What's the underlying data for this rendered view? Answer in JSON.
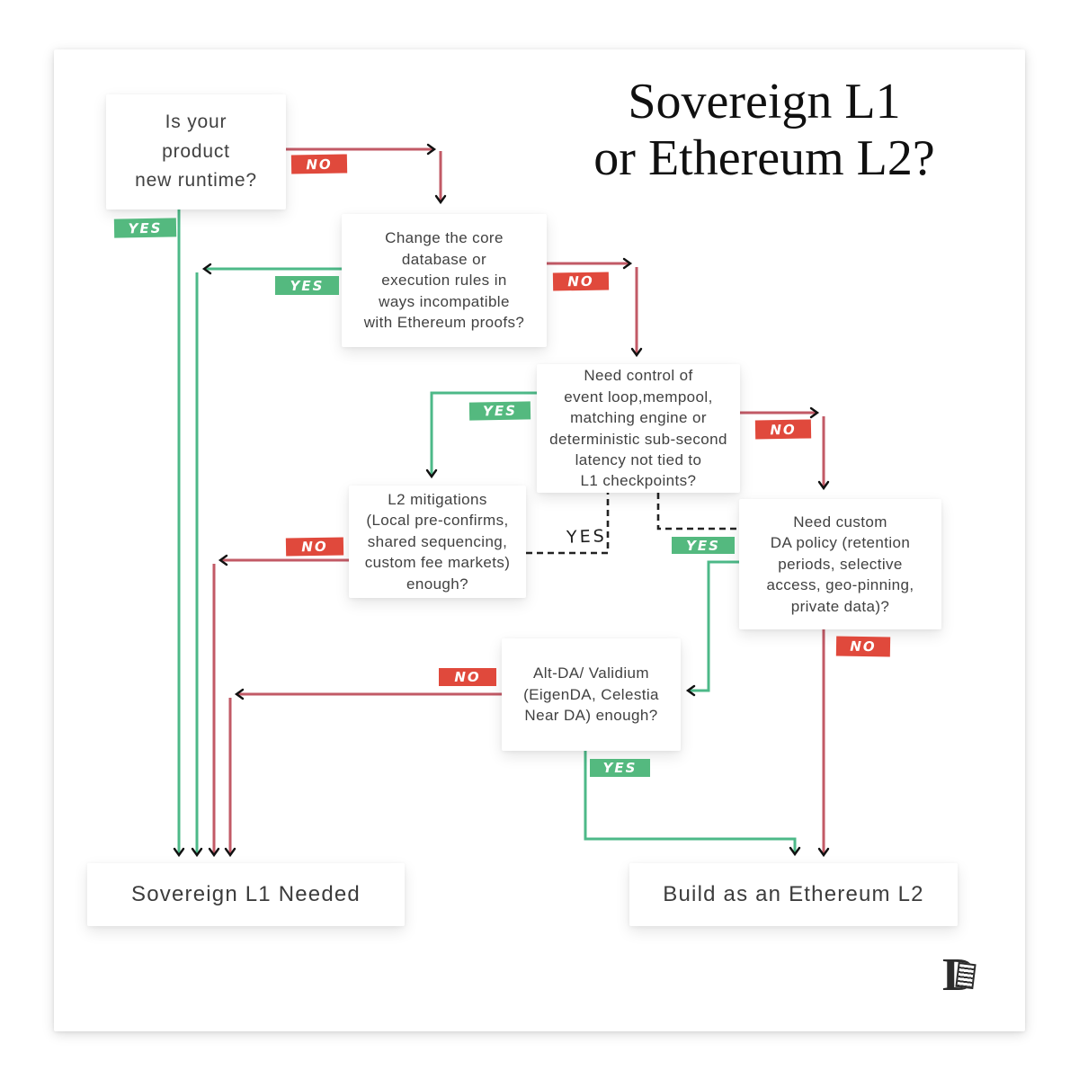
{
  "title": {
    "text": "Sovereign L1\nor Ethereum L2?"
  },
  "nodes": {
    "q1": {
      "text": "Is your\nproduct\nnew runtime?"
    },
    "q2": {
      "text": "Change the core\ndatabase or\nexecution rules in\nways incompatible\nwith Ethereum proofs?"
    },
    "q3": {
      "text": "Need control of\nevent loop,mempool,\nmatching engine or\ndeterministic sub-second\nlatency not tied to\nL1 checkpoints?"
    },
    "q4": {
      "text": "L2 mitigations\n(Local pre-confirms,\nshared sequencing,\ncustom fee markets)\nenough?"
    },
    "q5": {
      "text": "Need custom\nDA policy (retention\nperiods, selective\naccess, geo-pinning,\nprivate data)?"
    },
    "q6": {
      "text": "Alt-DA/ Validium\n(EigenDA, Celestia\nNear DA) enough?"
    },
    "result_l1": {
      "text": "Sovereign L1 Needed"
    },
    "result_l2": {
      "text": "Build as an Ethereum L2"
    }
  },
  "edge_labels": {
    "q1_yes": "YES",
    "q1_no": "NO",
    "q2_yes": "YES",
    "q2_no": "NO",
    "q3_yes": "YES",
    "q3_no": "NO",
    "q4_no": "NO",
    "q4_yes_dashed": "YES",
    "q5_yes": "YES",
    "q5_no": "NO",
    "q6_yes": "YES",
    "q6_no": "NO"
  },
  "colors": {
    "yes_badge": "#54b97f",
    "no_badge": "#e0493c",
    "yes_line": "#4db988",
    "no_line": "#c25a66",
    "dashed_line": "#222222",
    "node_text": "#414141"
  },
  "logo": {
    "glyph": "D"
  }
}
